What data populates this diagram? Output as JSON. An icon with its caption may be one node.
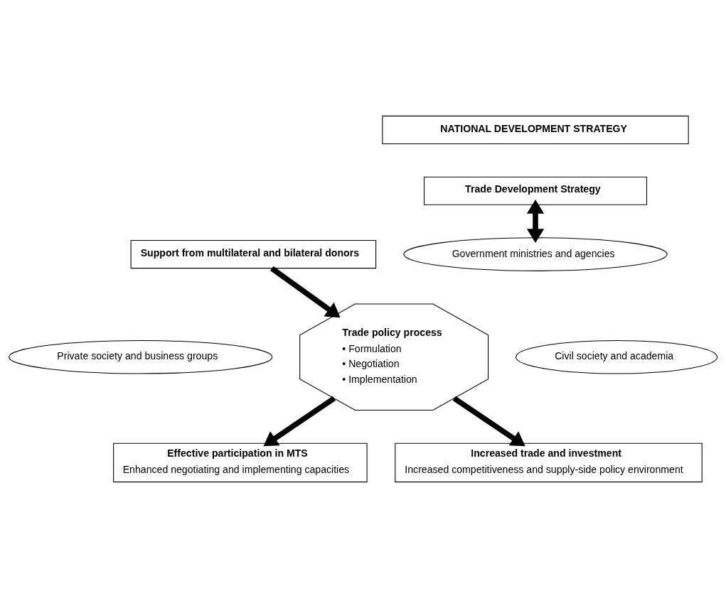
{
  "diagram": {
    "nodes": [
      {
        "text": [
          "NATIONAL DEVELOPMENT STRATEGY"
        ]
      },
      {
        "text": [
          "Trade Development Strategy"
        ]
      },
      {
        "text": [
          "Support from multilateral and bilateral donors"
        ]
      },
      {
        "text": [
          "Government ministries and agencies"
        ]
      },
      {
        "text": [
          "Trade policy process",
          "• Formulation",
          "• Negotiation",
          "• Implementation"
        ]
      },
      {
        "text": [
          "Private society and business groups"
        ]
      },
      {
        "text": [
          "Civil society and academia"
        ]
      },
      {
        "text": [
          "Effective participation in MTS",
          "Enhanced negotiating and implementing capacities"
        ]
      },
      {
        "text": [
          "Increased trade and investment",
          "Increased competitiveness and supply-side policy environment"
        ]
      }
    ],
    "edges": [
      {
        "from": 1,
        "to": 3,
        "arrow": "both"
      },
      {
        "from": 2,
        "to": 4,
        "arrow": "to"
      },
      {
        "from": 4,
        "to": 7,
        "arrow": "to"
      },
      {
        "from": 4,
        "to": 8,
        "arrow": "to"
      }
    ]
  }
}
